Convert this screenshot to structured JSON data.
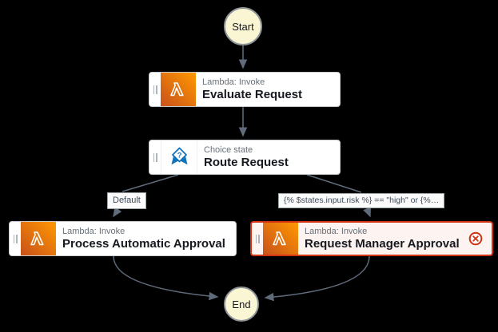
{
  "diagram": {
    "start_label": "Start",
    "end_label": "End",
    "states": [
      {
        "id": "evaluate",
        "type_label": "Lambda: Invoke",
        "title": "Evaluate Request",
        "icon": "lambda-icon",
        "status": "normal"
      },
      {
        "id": "route",
        "type_label": "Choice state",
        "title": "Route Request",
        "icon": "choice-icon",
        "status": "normal"
      },
      {
        "id": "auto",
        "type_label": "Lambda: Invoke",
        "title": "Process Automatic Approval",
        "icon": "lambda-icon",
        "status": "normal"
      },
      {
        "id": "manager",
        "type_label": "Lambda: Invoke",
        "title": "Request Manager Approval",
        "icon": "lambda-icon",
        "status": "error"
      }
    ],
    "edge_labels": {
      "default": "Default",
      "condition": "{% $states.input.risk %} == \"high\" or {%…"
    },
    "colors": {
      "background": "#000000",
      "edge": "#5F6B7A",
      "lambda_gradient_start": "#C8511B",
      "lambda_gradient_end": "#FF9900",
      "choice_blue": "#1273BB",
      "error_red": "#D13212",
      "terminal_fill": "#FAF5D2",
      "card_background": "#FFFFFF",
      "error_card_background": "#FDF3F0",
      "type_label_text": "#687078",
      "title_text": "#16191F"
    }
  }
}
